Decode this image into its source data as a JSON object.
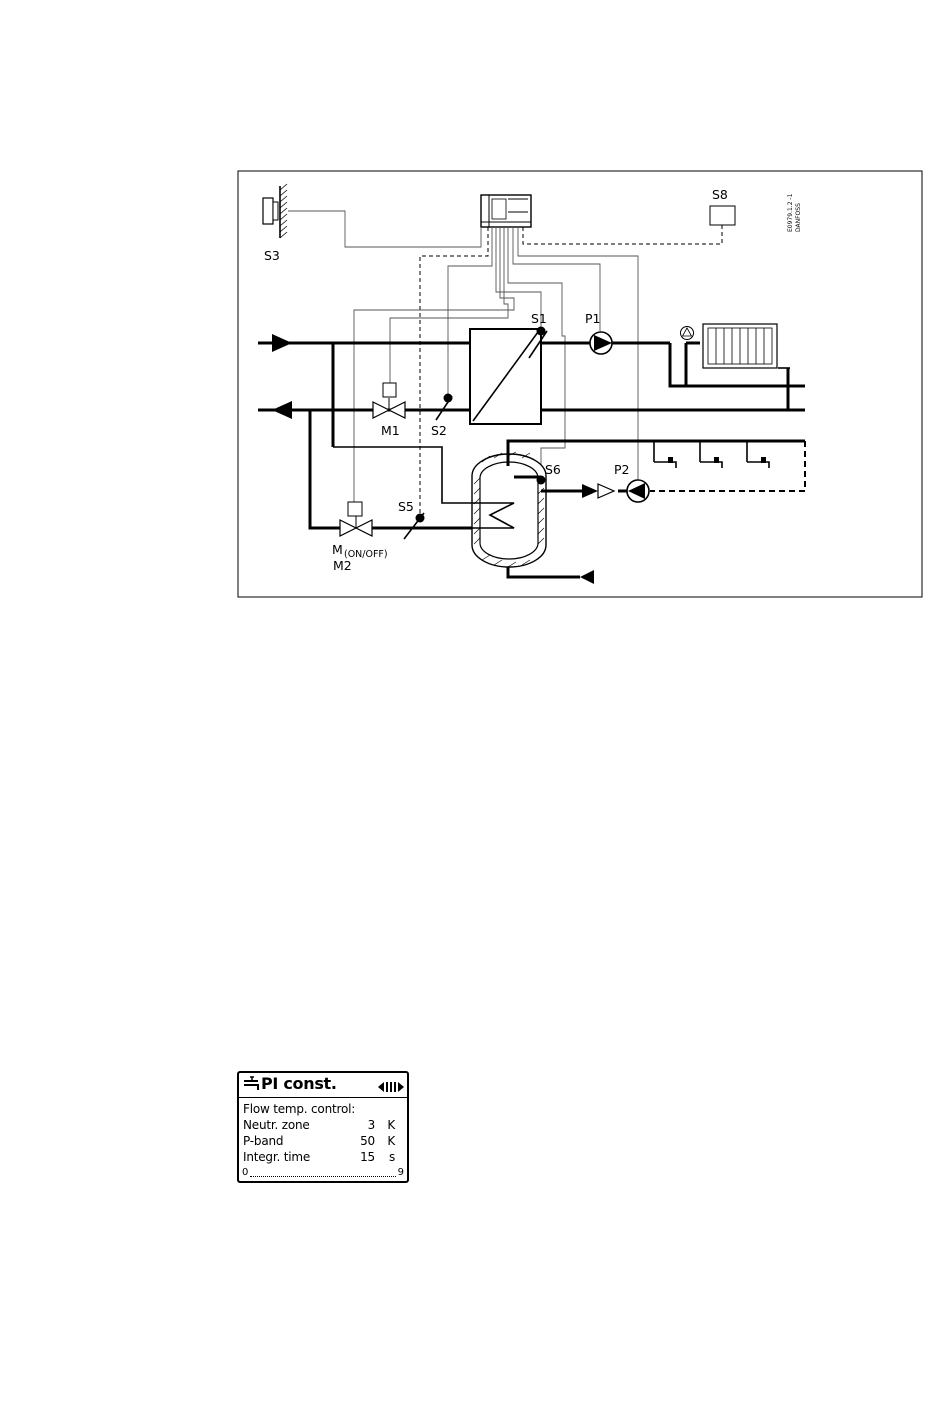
{
  "diagram": {
    "labels": {
      "s3": "S3",
      "s8": "S8",
      "s1": "S1",
      "p1": "P1",
      "m1": "M1",
      "s2": "S2",
      "s6": "S6",
      "p2": "P2",
      "s5": "S5",
      "m_onoff": "M",
      "m_onoff_sub": "(ON/OFF)",
      "m2": "M2"
    },
    "ref_code": "E0979.1.2 -1",
    "ref_brand": "DANFOSS"
  },
  "lcd": {
    "title": "PI const.",
    "subtitle": "Flow temp. control:",
    "rows": [
      {
        "label": "Neutr. zone",
        "value": "3",
        "unit": "K"
      },
      {
        "label": "P-band",
        "value": "50",
        "unit": "K"
      },
      {
        "label": "Integr. time",
        "value": "15",
        "unit": "s"
      }
    ],
    "scale_start": "0",
    "scale_end": "9",
    "icons": {
      "mode": "tap-icon",
      "nav": "navigation-arrows-icon"
    }
  }
}
